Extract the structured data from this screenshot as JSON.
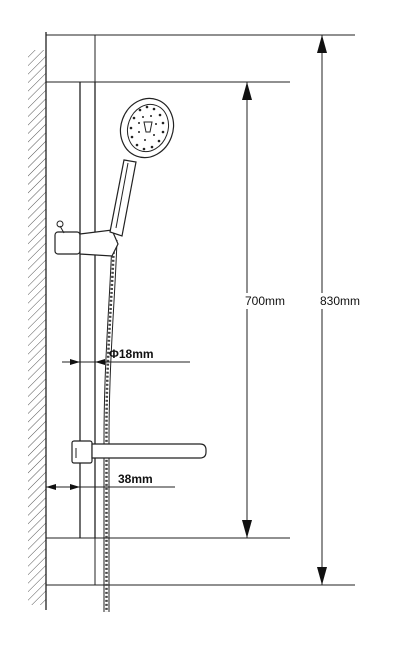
{
  "labels": {
    "height_inner": "700mm",
    "height_outer": "830mm",
    "rail_diameter": "Φ18mm",
    "wall_offset": "38mm"
  }
}
